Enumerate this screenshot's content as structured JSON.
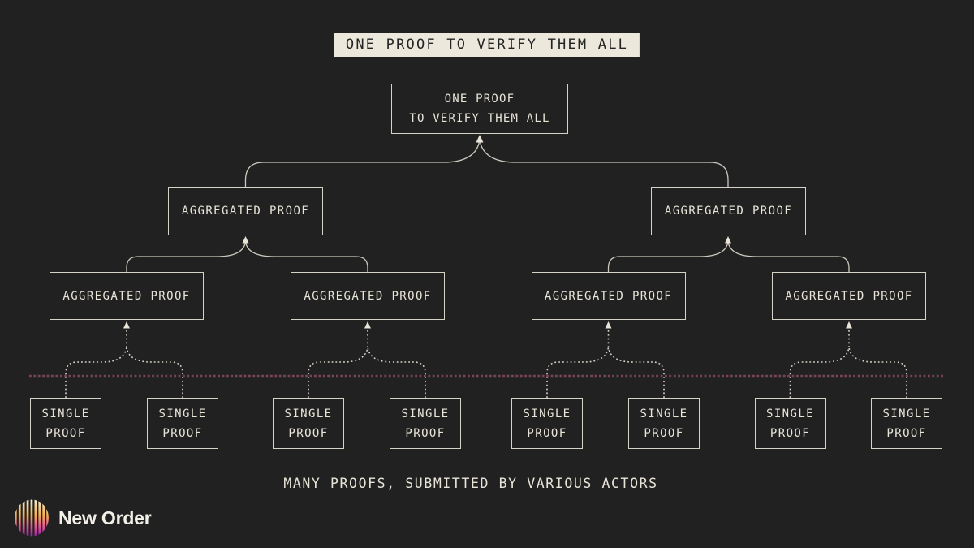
{
  "banner": {
    "text": "ONE PROOF TO VERIFY THEM ALL"
  },
  "tree": {
    "root": {
      "line1": "ONE PROOF",
      "line2": "TO VERIFY THEM ALL"
    },
    "aggregated_label": "AGGREGATED PROOF",
    "single": {
      "line1": "SINGLE",
      "line2": "PROOF"
    },
    "structure": {
      "mid_aggregated_count": 2,
      "leaf_aggregated_count": 4,
      "single_proof_count": 8
    }
  },
  "caption": "MANY PROOFS, SUBMITTED BY VARIOUS ACTORS",
  "brand": {
    "name": "New Order",
    "logo": "striped-sphere-icon"
  },
  "colors": {
    "background": "#212121",
    "banner_bg": "#ece8db",
    "banner_text": "#242424",
    "box_border": "#d6d2c6",
    "box_text": "#e8e4d8",
    "connector": "#ccc8bd",
    "divider_pink": "#7a4458",
    "logo_gradient_top": "#f4eed2",
    "logo_gradient_mid1": "#f5b04e",
    "logo_gradient_mid2": "#ec6a86",
    "logo_gradient_bottom": "#8b2b9e"
  }
}
